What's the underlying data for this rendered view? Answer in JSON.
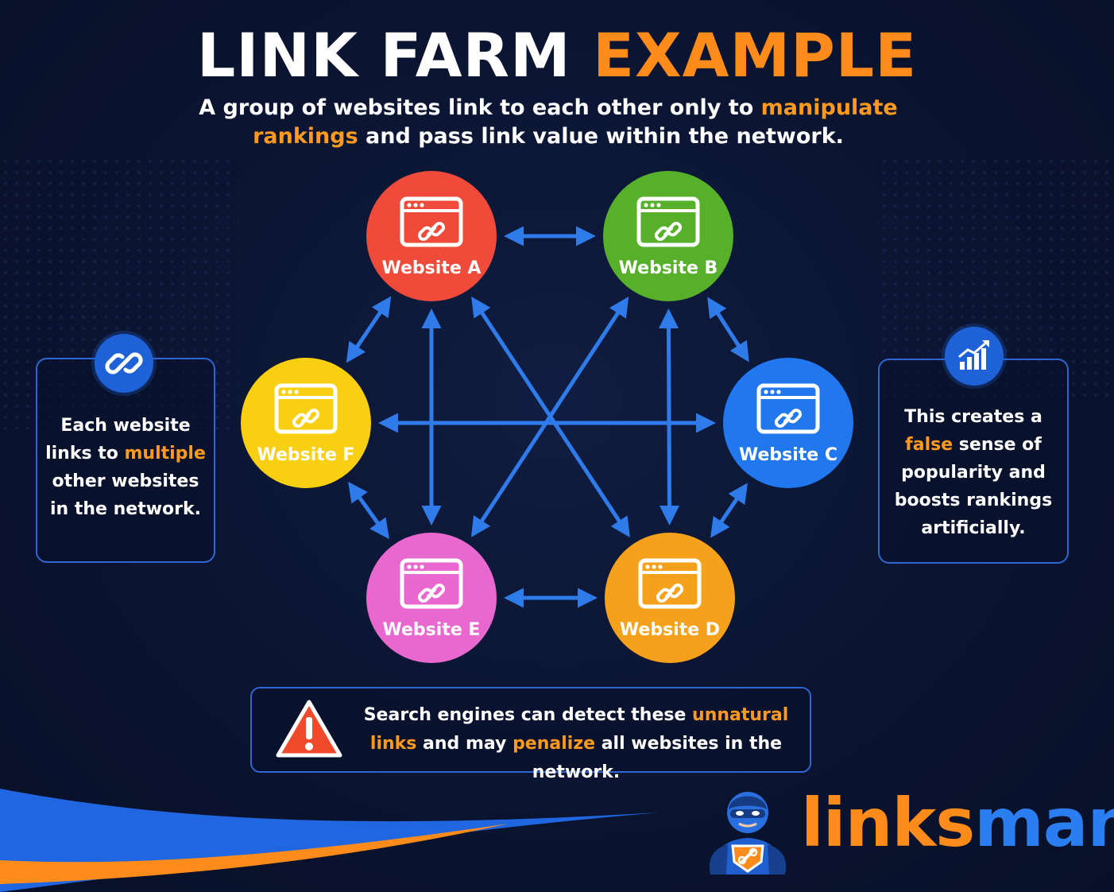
{
  "title": {
    "part1": "LINK FARM",
    "part2": "EXAMPLE"
  },
  "subtitle": {
    "seg1": "A group of websites link to each other only to ",
    "seg2": "manipulate rankings",
    "seg3": " and pass link value within the network."
  },
  "nodes": [
    {
      "id": "A",
      "label": "Website A",
      "color": "#ef4a3a"
    },
    {
      "id": "B",
      "label": "Website B",
      "color": "#56b02a"
    },
    {
      "id": "C",
      "label": "Website C",
      "color": "#2178ee"
    },
    {
      "id": "D",
      "label": "Website D",
      "color": "#f6a11c"
    },
    {
      "id": "E",
      "label": "Website E",
      "color": "#e868cf"
    },
    {
      "id": "F",
      "label": "Website F",
      "color": "#f9cf12"
    }
  ],
  "links": [
    [
      "A",
      "B"
    ],
    [
      "B",
      "C"
    ],
    [
      "C",
      "D"
    ],
    [
      "D",
      "E"
    ],
    [
      "E",
      "F"
    ],
    [
      "F",
      "A"
    ],
    [
      "A",
      "D"
    ],
    [
      "B",
      "E"
    ],
    [
      "F",
      "C"
    ],
    [
      "A",
      "E"
    ],
    [
      "B",
      "D"
    ]
  ],
  "left_note": {
    "icon": "link-icon",
    "seg1": "Each website links to ",
    "seg2": "multiple",
    "seg3": " other websites in the network."
  },
  "right_note": {
    "icon": "chart-icon",
    "seg1": "This creates a ",
    "seg2": "false",
    "seg3": " sense of popularity and boosts rankings artificially."
  },
  "warning": {
    "icon": "warning-icon",
    "seg1": "Search engines can detect these ",
    "seg2": "unnatural links",
    "seg3": " and may ",
    "seg4": "penalize",
    "seg5": " all websites in the network."
  },
  "brand": {
    "part1": "links",
    "part2": "man"
  },
  "colors": {
    "accent": "#ff8c1a",
    "arrow": "#2f7bea",
    "border": "#2f66d4",
    "background": "#0b1430"
  }
}
